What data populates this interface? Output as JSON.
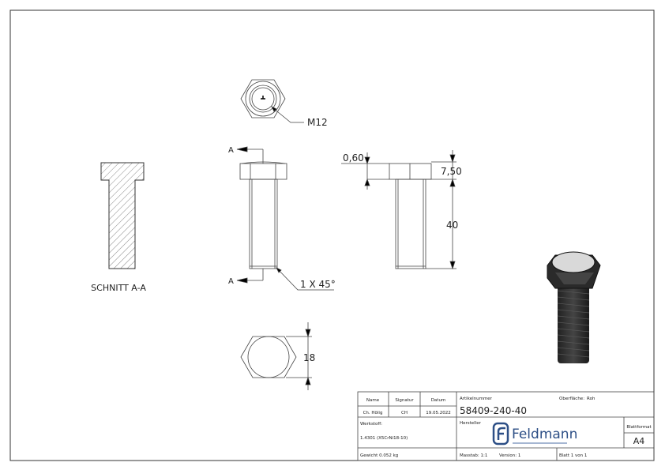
{
  "drawing": {
    "section_label": "SCHNITT A-A",
    "section_marker": "A",
    "thread_callout": "M12",
    "chamfer_callout": "1 X 45°",
    "dim_chamfer_head": "0,60",
    "dim_head_height": "7,50",
    "dim_length": "40",
    "dim_across_flats": "18"
  },
  "title_block": {
    "name_label": "Name",
    "signature_label": "Signatur",
    "date_label": "Datum",
    "name_value": "Ch. Hölig",
    "signature_value": "CH",
    "date_value": "19.05.2022",
    "article_label": "Artikelnummer",
    "article_value": "58409-240-40",
    "surface_label": "Oberfläche:",
    "surface_value": "Roh",
    "material_label": "Werkstoff:",
    "material_value": "1.4301 (X5CrNi18-10)",
    "manufacturer_label": "Hersteller",
    "logo_text": "Feldmann",
    "sheet_format_label": "Blattformat",
    "sheet_format_value": "A4",
    "weight": "Gewicht 0.052 kg",
    "scale": "Masstab: 1:1",
    "version": "Version: 1",
    "sheet": "Blatt 1 von 1",
    "logo_color": "#2d4f86"
  }
}
